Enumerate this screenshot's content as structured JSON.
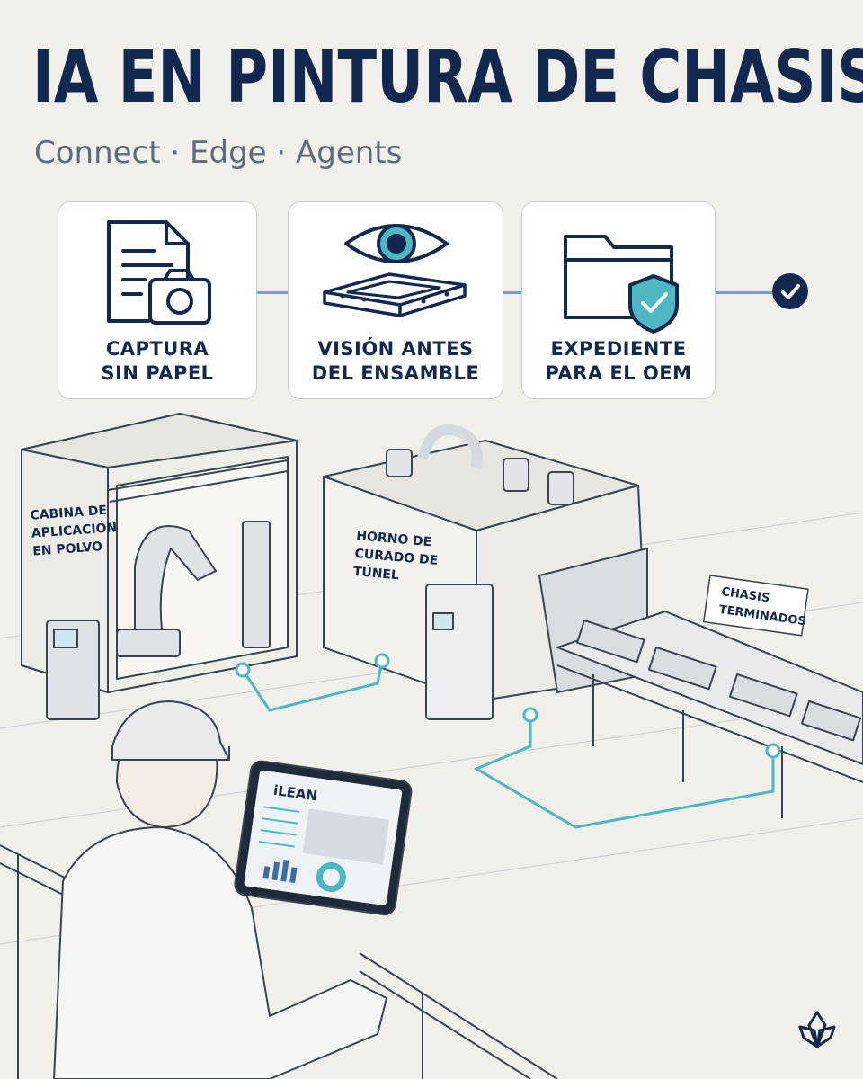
{
  "header": {
    "title": "IA EN PINTURA DE CHASIS",
    "subtitle": "Connect · Edge · Agents"
  },
  "steps": [
    {
      "line1": "CAPTURA",
      "line2": "SIN PAPEL",
      "icon": "document-camera-icon"
    },
    {
      "line1": "VISIÓN ANTES",
      "line2": "DEL ENSAMBLE",
      "icon": "eye-chassis-icon"
    },
    {
      "line1": "EXPEDIENTE",
      "line2": "PARA EL OEM",
      "icon": "folder-shield-icon"
    }
  ],
  "final_step": {
    "icon": "check-icon"
  },
  "scene": {
    "booth_label": [
      "CABINA DE",
      "APLICACIÓN",
      "EN POLVO"
    ],
    "oven_label": [
      "HORNO DE",
      "CURADO DE",
      "TÚNEL"
    ],
    "finished_label": [
      "CHASIS",
      "TERMINADOS"
    ],
    "tablet_brand": "iLEAN"
  },
  "colors": {
    "navy": "#13284f",
    "teal": "#4db8c4",
    "background": "#f1efe9"
  },
  "brand": {
    "icon": "ilean-logo-icon"
  }
}
